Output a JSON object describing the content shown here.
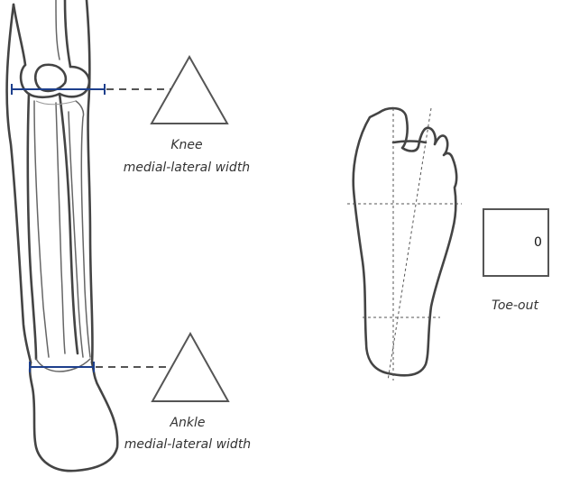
{
  "knee": {
    "label_line1": "Knee",
    "label_line2": "medial-lateral width",
    "value": ""
  },
  "ankle": {
    "label_line1": "Ankle",
    "label_line2": "medial-lateral width",
    "value": ""
  },
  "toe_out": {
    "label": "Toe-out",
    "value": "0"
  },
  "colors": {
    "measure_line": "#1d3f8c",
    "outline": "#444444",
    "leader": "#555555"
  }
}
